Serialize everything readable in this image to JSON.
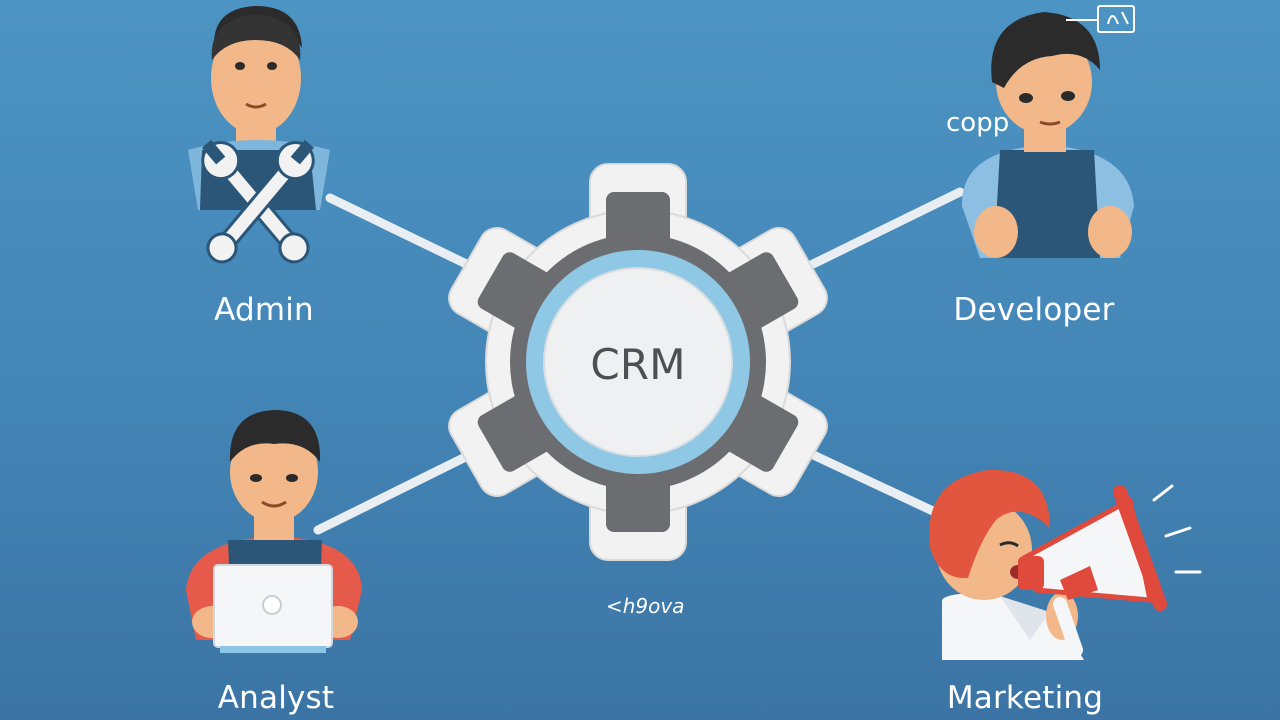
{
  "hub": {
    "label": "CRM"
  },
  "roles": {
    "admin": {
      "label": "Admin"
    },
    "developer": {
      "label": "Developer"
    },
    "analyst": {
      "label": "Analyst"
    },
    "marketing": {
      "label": "Marketing"
    }
  },
  "annotations": {
    "code_word": "copp",
    "bottom_caption": "<h9ova"
  },
  "icons": {
    "hub": "gear-icon",
    "admin": "wrench-icon",
    "developer": "code-window-icon",
    "analyst": "laptop-icon",
    "marketing": "megaphone-icon"
  },
  "colors": {
    "background_top": "#4c94c3",
    "background_bottom": "#3b74a4",
    "gear_outer": "#f2f2f2",
    "gear_body": "#6b6d70",
    "ring": "#8fc8e4",
    "center": "#eef0f2",
    "megaphone_red": "#e04a3c",
    "hair_red": "#e2553f",
    "skin": "#f2b889",
    "hair_dark": "#2b2b2b",
    "overall_blue": "#2b5678"
  }
}
